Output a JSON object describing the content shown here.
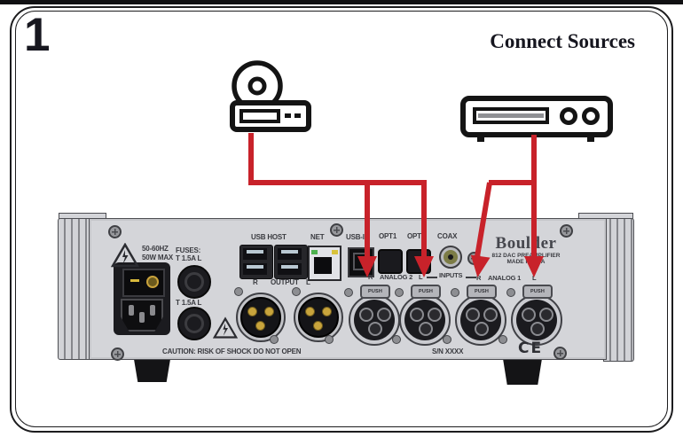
{
  "step": {
    "number": "1"
  },
  "header": {
    "title": "Connect Sources"
  },
  "colors": {
    "accent_red": "#c8222a",
    "panel_gray": "#d4d5d9",
    "frame_black": "#1c1c1e"
  },
  "sources": {
    "cd_player_icon": "cd-player",
    "second_source_icon": "disc-slot-player"
  },
  "panel": {
    "power": {
      "freq": "50-60HZ",
      "max": "50W MAX"
    },
    "fuses": {
      "label": "FUSES:",
      "fuse1": "T 1.5A L",
      "fuse2": "T 1.5A L"
    },
    "ports": {
      "usb_host": "USB HOST",
      "net": "NET",
      "usb_in": "USB-IN",
      "opt1": "OPT1",
      "opt2": "OPT2",
      "coax": "COAX"
    },
    "output": {
      "r": "R",
      "label": "OUTPUT",
      "l": "L"
    },
    "inputs": {
      "analog2_r": "R",
      "analog2": "ANALOG 2",
      "analog2_l": "L",
      "label": "INPUTS",
      "analog1_r": "R",
      "analog1": "ANALOG 1",
      "analog1_l": "L",
      "push": "PUSH"
    },
    "brand": {
      "name": "Boulder",
      "model": "812 DAC PREAMPLIFIER",
      "origin": "MADE IN USA"
    },
    "caution": "CAUTION: RISK OF SHOCK DO NOT OPEN",
    "serial": "S/N XXXX",
    "ce": "CE"
  }
}
